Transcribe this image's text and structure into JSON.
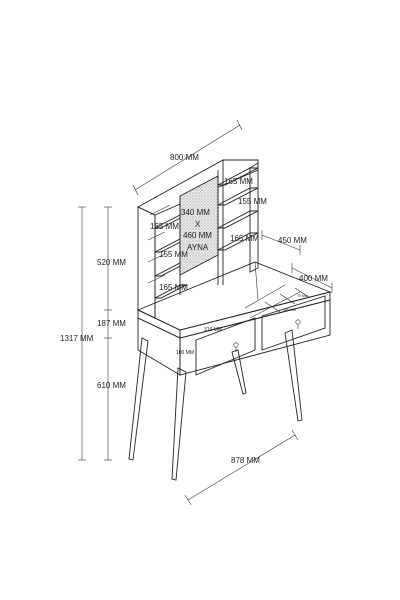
{
  "dimensions": {
    "width_top": "800 MM",
    "shelf_165_a": "165 MM",
    "shelf_155_a": "155 MM",
    "shelf_165_b": "165 MM",
    "shelf_165_left": "165 MM",
    "shelf_155_left": "155 MM",
    "shelf_165_left_b": "165 MM",
    "depth_upper": "450 MM",
    "depth_table": "400 MM",
    "height_upper": "520 MM",
    "height_drawer": "187 MM",
    "height_total": "1317 MM",
    "height_legs": "610 MM",
    "width_bottom": "878 MM",
    "drawer_width": "316 MM",
    "drawer_height": "100 MM",
    "drawer_inner": "180 MM",
    "drawer_inner_b": "70 MM"
  },
  "mirror": {
    "line1": "340 MM",
    "line2": "X",
    "line3": "460 MM",
    "line4": "AYNA"
  }
}
